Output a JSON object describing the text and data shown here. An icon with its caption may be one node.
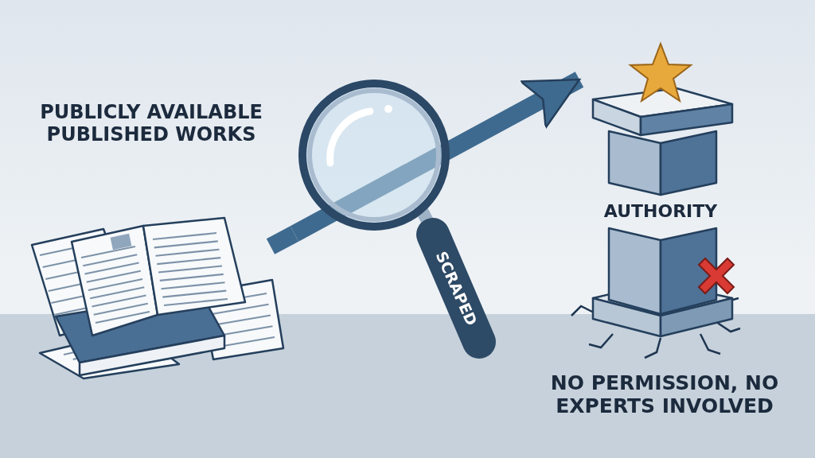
{
  "diagram": {
    "nodes": [
      {
        "text": [
          "PUBLICLY AVAILABLE PUBLISHED WORKS"
        ]
      },
      {
        "text": [
          "SCRAPED"
        ]
      },
      {
        "text": [
          "AUTHORITY"
        ],
        "beside": [
          "NO PERMISSION, NO EXPERTS INVOLVED"
        ]
      }
    ],
    "edges": [
      {
        "from": 0,
        "to": 1,
        "arrow": "none"
      },
      {
        "from": 1,
        "to": 2,
        "arrow": "to"
      }
    ]
  }
}
